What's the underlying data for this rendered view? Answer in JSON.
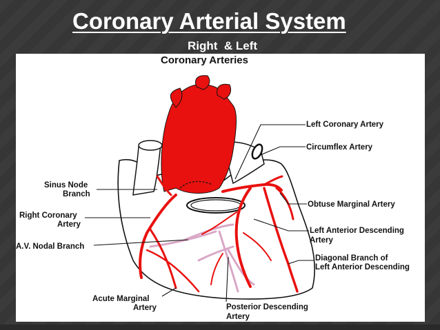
{
  "slide": {
    "title": "Coronary Arterial System",
    "subtitle": "Right  & Left"
  },
  "diagram": {
    "title": "Coronary Arteries",
    "labels": {
      "left_coronary_artery": "Left Coronary Artery",
      "circumflex_artery": "Circumflex Artery",
      "obtuse_marginal_artery": "Obtuse Marginal Artery",
      "lad_line1": "Left Anterior Descending",
      "lad_line2": "Artery",
      "diagonal_line1": "Diagonal Branch of",
      "diagonal_line2": "Left Anterior Descending",
      "sinus_node_line1": "Sinus Node",
      "sinus_node_line2": "Branch",
      "right_coronary_line1": "Right Coronary",
      "right_coronary_line2": "Artery",
      "av_nodal_branch": "A.V. Nodal Branch",
      "acute_marginal_line1": "Acute  Marginal",
      "acute_marginal_line2": "Artery",
      "posterior_descending_line1": "Posterior Descending",
      "posterior_descending_line2": "Artery"
    },
    "colors": {
      "artery": "#e8110f",
      "vein": "#d9a7c6",
      "outline": "#111111"
    }
  }
}
